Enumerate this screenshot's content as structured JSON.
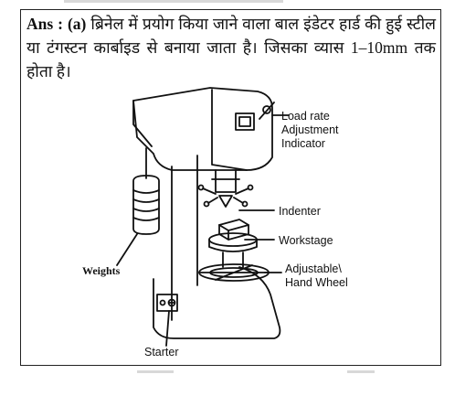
{
  "answer": {
    "lead": "Ans : (a)",
    "body": "ब्रिनेल में प्रयोग किया जाने वाला बाल इंडेटर हार्ड की हुई स्टील या टंगस्टन कार्बाइड से बनाया जाता है। जिसका व्यास 1–10mm तक होता है।"
  },
  "figure": {
    "labels": {
      "load_rate_1": "Load rate",
      "load_rate_2": "Adjustment",
      "load_rate_3": "Indicator",
      "indenter": "Indenter",
      "workstage": "Workstage",
      "handwheel_1": "Adjustable\\",
      "handwheel_2": "Hand Wheel",
      "weights": "Weights",
      "starter": "Starter"
    }
  }
}
